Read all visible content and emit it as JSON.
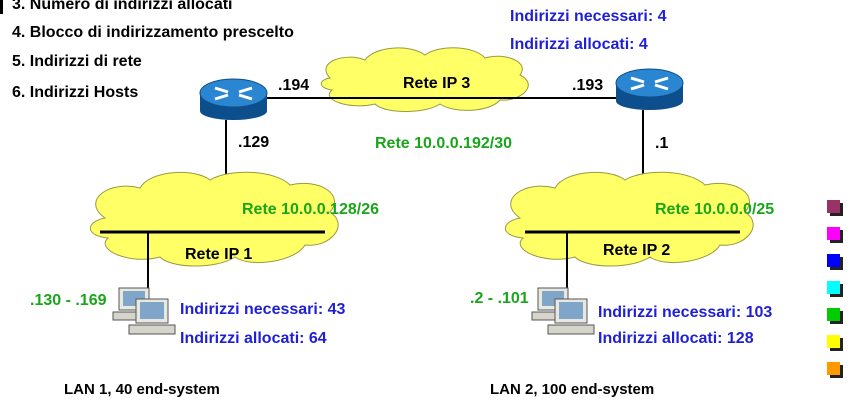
{
  "steps": [
    "3. Numero di indirizzi allocati",
    "4. Blocco di indirizzamento prescelto",
    "5. Indirizzi di rete",
    "6. Indirizzi Hosts"
  ],
  "link_top": {
    "needed": "Indirizzi necessari: 4",
    "allocated": "Indirizzi allocati: 4",
    "cloud_label": "Rete IP 3",
    "network": "Rete 10.0.0.192/30",
    "left_if": ".194",
    "right_if": ".193"
  },
  "lan1": {
    "router_if": ".129",
    "network": "Rete 10.0.0.128/26",
    "cloud_label": "Rete IP 1",
    "host_range": ".130 - .169",
    "needed": "Indirizzi necessari: 43",
    "allocated": "Indirizzi allocati: 64",
    "caption": "LAN 1, 40 end-system"
  },
  "lan2": {
    "router_if": ".1",
    "network": "Rete 10.0.0.0/25",
    "cloud_label": "Rete IP 2",
    "host_range": ".2 - .101",
    "needed": "Indirizzi necessari: 103",
    "allocated": "Indirizzi allocati: 128",
    "caption": "LAN 2, 100 end-system"
  },
  "colors": {
    "cloud": "#ffff66",
    "router": "#1e73be",
    "network_text": "#1aa51a",
    "address_text": "#1f1fd6",
    "swatches": [
      "#993366",
      "#ff00ff",
      "#0000ff",
      "#00ffff",
      "#00cc00",
      "#ffff00",
      "#ff9900"
    ]
  }
}
